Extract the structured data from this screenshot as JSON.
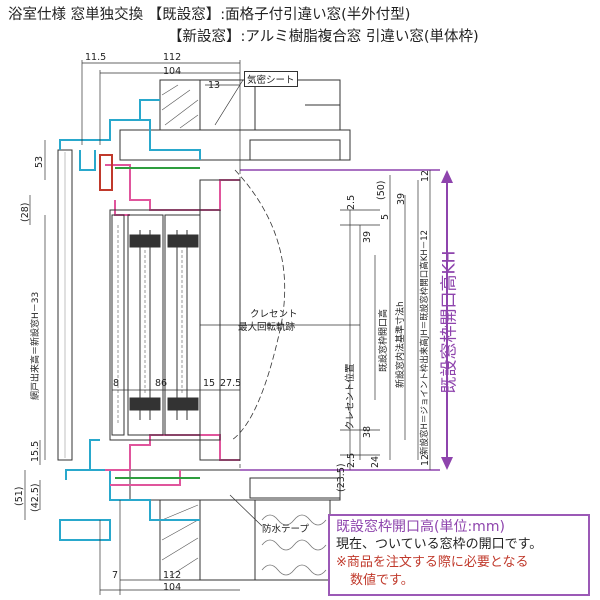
{
  "header": {
    "line1": "浴室仕様 窓単独交換 【既設窓】:面格子付引違い窓(半外付型)",
    "line2": "【新設窓】:アルミ樹脂複合窓 引違い窓(単体枠)"
  },
  "dimensions": {
    "top_11_5": "11.5",
    "top_112": "112",
    "top_104": "104",
    "top_13": "13",
    "left_53": "53",
    "left_28": "(28)",
    "left_15_5": "15.5",
    "left_51": "(51)",
    "left_42_5": "(42.5)",
    "right_50": "(50)",
    "right_2_5a": "2.5",
    "right_5": "5",
    "right_39a": "39",
    "right_39b": "39",
    "right_12a": "12",
    "right_38": "38",
    "right_2_5b": "2.5",
    "right_24": "24",
    "right_23_5": "(23.5)",
    "right_12b": "12",
    "mid_8": "8",
    "mid_86": "86",
    "mid_15": "15",
    "mid_27_5": "27.5",
    "bot_7": "7",
    "bot_112": "112",
    "bot_104": "104"
  },
  "labels": {
    "airtight_sheet": "気密シート",
    "waterproof_tape": "防水テープ",
    "crescent_1": "クレセント",
    "crescent_2": "最大回転軌跡",
    "crescent_pos": "クレセント位置",
    "screen_height": "網戸出来高＝新設窓H－33",
    "existing_inner": "既設窓枠開口高",
    "new_inner": "新設窓内法基準寸法h",
    "joint_formula": "新設窓H＝ジョイント枠出来高JH＝既設窓枠開口高KH－12",
    "kh_vertical": "既設窓枠開口高KH"
  },
  "note": {
    "title": "既設窓枠開口高(単位:mm)",
    "body": "現在、ついている窓枠の開口です。",
    "warn1": "※商品を注文する際に必要となる",
    "warn2": "数値です。"
  },
  "colors": {
    "kh_accent": "#8e44ad",
    "pink_frame": "#e0559c",
    "cyan_frame": "#29a8cc",
    "green_seal": "#2e9e3e",
    "red_part": "#c0392b",
    "line": "#333333"
  }
}
